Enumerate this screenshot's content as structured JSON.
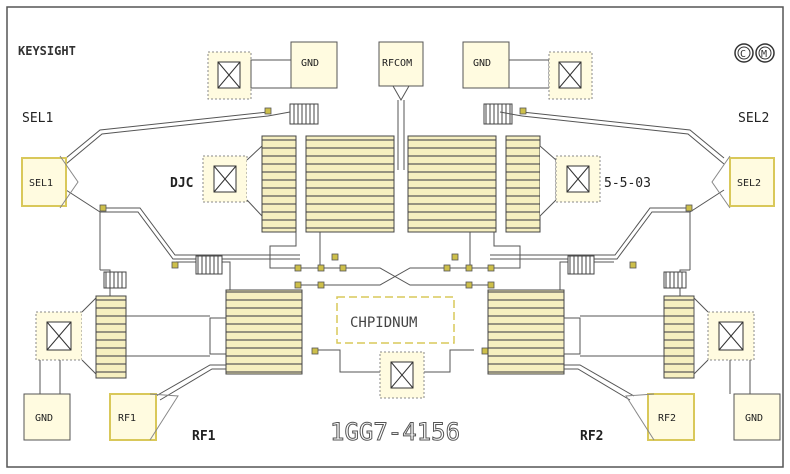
{
  "diagram": {
    "brand": "KEYSIGHT",
    "logo_marks": [
      "C",
      "M"
    ],
    "pads": {
      "gnd_top_left": "GND",
      "rfcom": "RFCOM",
      "gnd_top_right": "GND",
      "sel1": "SEL1",
      "sel2": "SEL2",
      "gnd_bottom_left": "GND",
      "rf1": "RF1",
      "rf2": "RF2",
      "gnd_bottom_right": "GND"
    },
    "labels": {
      "sel1": "SEL1",
      "sel2": "SEL2",
      "djc": "DJC",
      "date_code": "5-5-03",
      "rf1": "RF1",
      "rf2": "RF2",
      "chip_id": "CHPIDNUM",
      "part_number": "1GG7-4156"
    },
    "colors": {
      "background": "#ffffff",
      "outline": "#3a3a3a",
      "pad_fill": "#fffbe0",
      "pad_edge": "#d9c85a",
      "chip_id_box": "#d9c85a",
      "via_fill": "#cdbf4a"
    }
  }
}
